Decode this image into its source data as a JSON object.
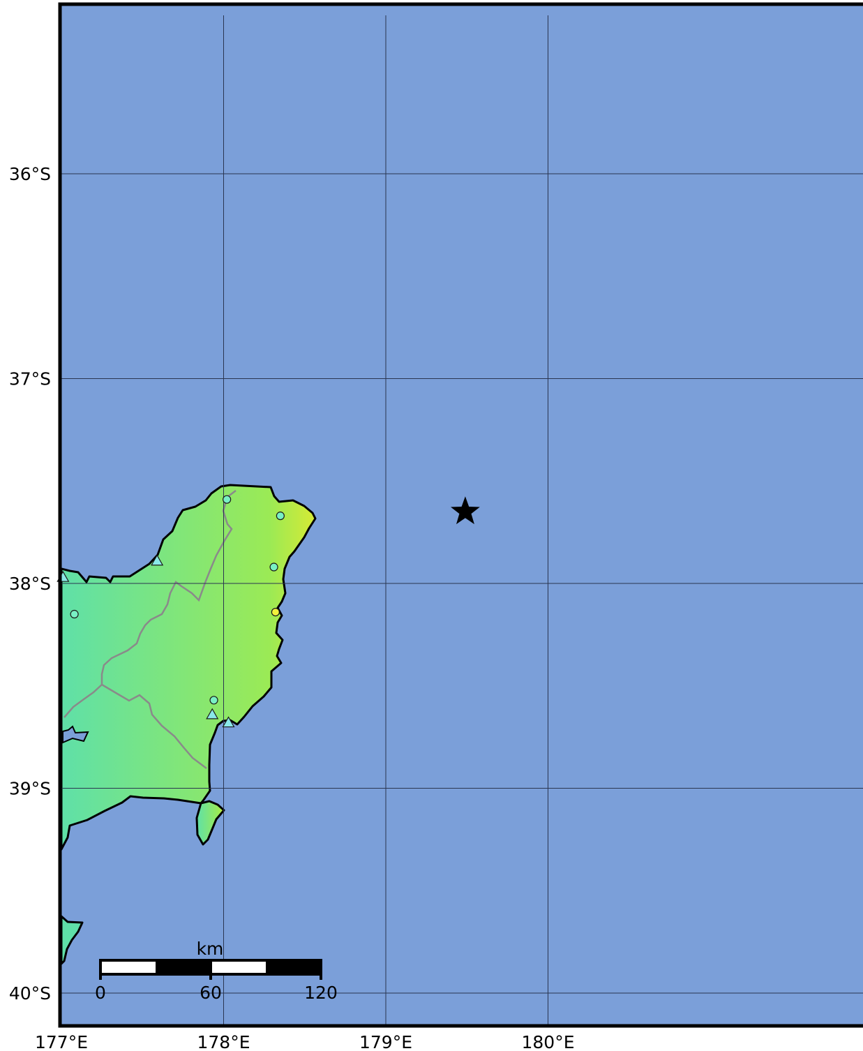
{
  "map": {
    "colors": {
      "ocean": "#7b9fd9",
      "frame": "#000000",
      "gridline": "#2a3550",
      "coastline": "#000000",
      "region_border": "#8a8a8a",
      "land_base": "#5fe0a8",
      "land_east": "#9bea55",
      "land_peak": "#d6ea35",
      "station_circle": "#79f0c4",
      "station_triangle": "#8ae8e8",
      "station_yellow": "#f2f23c"
    },
    "longitude_labels": [
      "177°E",
      "178°E",
      "179°E",
      "180°E"
    ],
    "latitude_labels": [
      "36°S",
      "37°S",
      "38°S",
      "39°S",
      "40°S"
    ],
    "epicenter": {
      "symbol": "star-icon",
      "lon": 179.49,
      "lat": -37.65
    },
    "stations": [
      {
        "shape": "circle",
        "lon": 178.02,
        "lat": -37.59
      },
      {
        "shape": "circle",
        "lon": 178.35,
        "lat": -37.67
      },
      {
        "shape": "circle",
        "lon": 178.31,
        "lat": -37.92
      },
      {
        "shape": "circle-yellow",
        "lon": 178.32,
        "lat": -38.14
      },
      {
        "shape": "circle",
        "lon": 177.08,
        "lat": -38.15
      },
      {
        "shape": "circle",
        "lon": 177.94,
        "lat": -38.57
      },
      {
        "shape": "triangle",
        "lon": 177.59,
        "lat": -37.89
      },
      {
        "shape": "triangle",
        "lon": 177.01,
        "lat": -37.97
      },
      {
        "shape": "triangle",
        "lon": 177.93,
        "lat": -38.64
      },
      {
        "shape": "triangle",
        "lon": 178.03,
        "lat": -38.68
      }
    ],
    "scalebar": {
      "unit": "km",
      "tick_labels": [
        "0",
        "60",
        "120"
      ]
    }
  }
}
